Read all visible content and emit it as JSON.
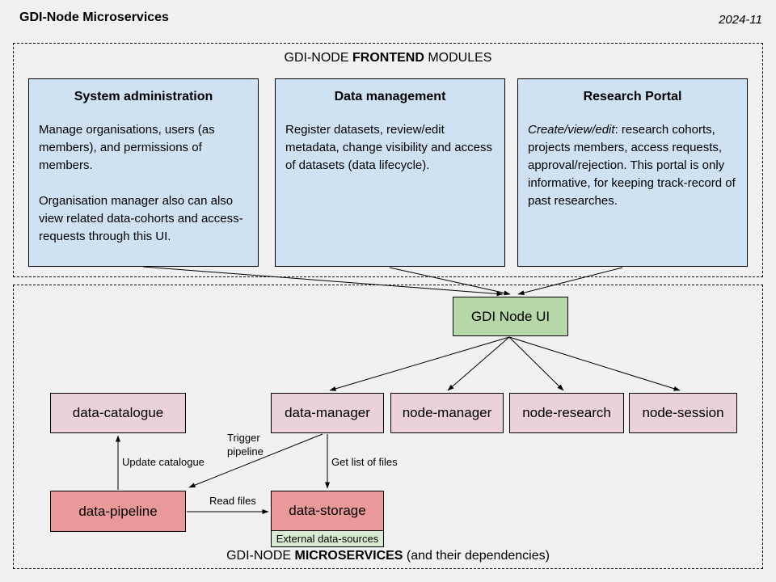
{
  "header": {
    "title": "GDI-Node Microservices",
    "date": "2024-11"
  },
  "frontend": {
    "caption": {
      "pre": "GDI-NODE ",
      "bold": "FRONTEND",
      "post": " MODULES"
    },
    "modules": [
      {
        "title": "System administration",
        "paragraphs": [
          "Manage organisations, users (as members), and permissions of members.",
          "Organisation manager also can also view related data-cohorts and access-requests through this UI."
        ]
      },
      {
        "title": "Data management",
        "paragraphs": [
          "Register datasets, review/edit metadata, change visibility and access of datasets (data lifecycle)."
        ]
      },
      {
        "title": "Research Portal",
        "lead_italic": "Create/view/edit",
        "lead_rest": ": research cohorts, projects members, access requests, approval/rejection. This portal is only informative, for keeping track-record of past researches."
      }
    ]
  },
  "microservices": {
    "caption": {
      "pre": "GDI-NODE ",
      "bold": "MICROSERVICES",
      "post": " (and their dependencies)"
    },
    "ui_box": "GDI Node UI",
    "services": [
      "data-catalogue",
      "data-manager",
      "node-manager",
      "node-research",
      "node-session"
    ],
    "backends": [
      "data-pipeline",
      "data-storage"
    ],
    "external_sources": "External data-sources",
    "edge_labels": {
      "update_catalogue": "Update catalogue",
      "trigger_pipeline": "Trigger pipeline",
      "get_list_of_files": "Get list of files",
      "read_files": "Read files"
    }
  },
  "colors": {
    "background": "#f1f1f1",
    "frontend_module_fill": "#cfe2f3",
    "ui_box_fill": "#b6d7a8",
    "service_fill": "#ead1dc",
    "backend_fill": "#ea9999",
    "external_fill": "#d9ead3",
    "line": "#000000"
  }
}
